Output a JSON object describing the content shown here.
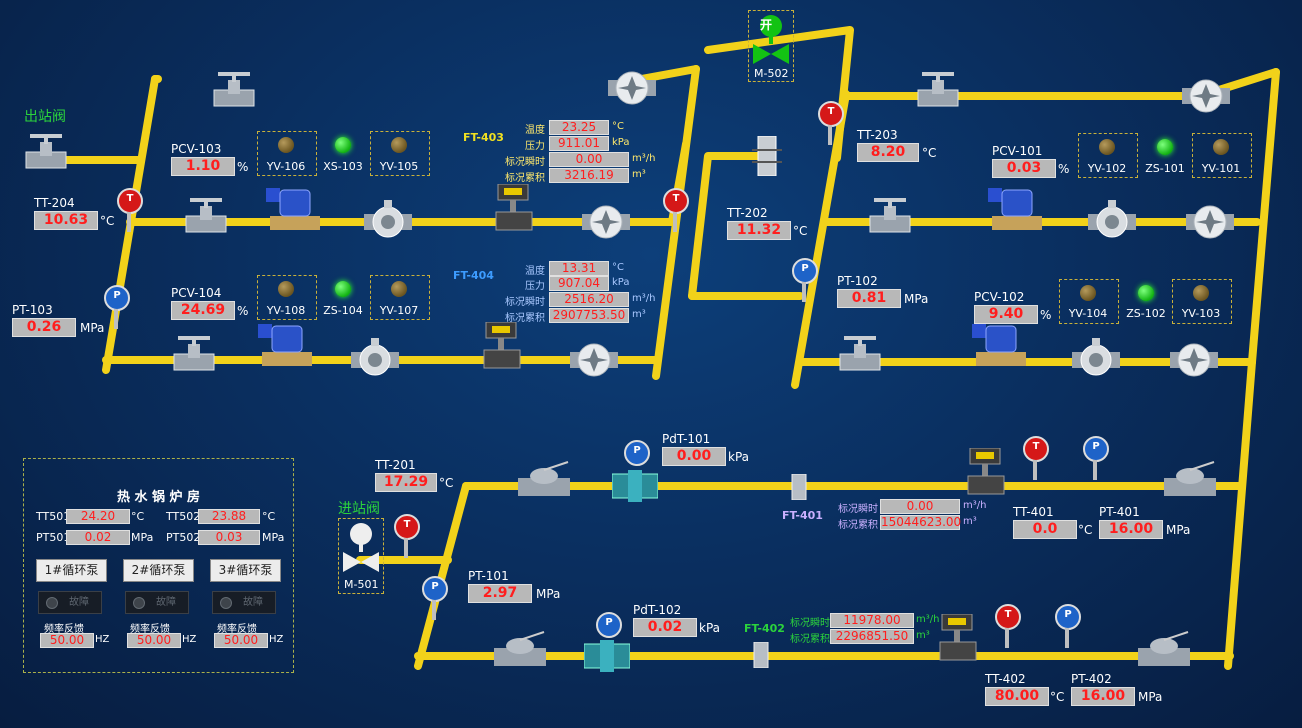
{
  "labels": {
    "outlet_valve": "出站阀",
    "inlet_valve": "进站阀",
    "pcv103": "PCV-103",
    "pcv104": "PCV-104",
    "pcv101": "PCV-101",
    "pcv102": "PCV-102",
    "tt204": "TT-204",
    "pt103": "PT-103",
    "tt203": "TT-203",
    "tt202": "TT-202",
    "pt102": "PT-102",
    "tt201": "TT-201",
    "pt101": "PT-101",
    "pdt101": "PdT-101",
    "pdt102": "PdT-102",
    "tt401": "TT-401",
    "pt401": "PT-401",
    "tt402": "TT-402",
    "pt402": "PT-402",
    "m502": "M-502",
    "m501": "M-501",
    "open": "开"
  },
  "values": {
    "pcv103": "1.10",
    "pcv104": "24.69",
    "pcv101": "0.03",
    "pcv102": "9.40",
    "tt204": "10.63",
    "pt103": "0.26",
    "tt203": "8.20",
    "tt202": "11.32",
    "pt102": "0.81",
    "tt201": "17.29",
    "pt101": "2.97",
    "pdt101": "0.00",
    "pdt102": "0.02",
    "tt401": "0.0",
    "pt401": "16.00",
    "tt402": "80.00",
    "pt402": "16.00"
  },
  "units": {
    "pct": "%",
    "degc": "°C",
    "mpa": "MPa",
    "kpa": "kPa",
    "m3h": "m³/h",
    "m3": "m³",
    "hz": "HZ"
  },
  "indicators": {
    "yv106": "YV-106",
    "xs103": "XS-103",
    "yv105": "YV-105",
    "yv108": "YV-108",
    "zs104": "ZS-104",
    "yv107": "YV-107",
    "yv102": "YV-102",
    "zs101": "ZS-101",
    "yv101": "YV-101",
    "yv104": "YV-104",
    "zs102": "ZS-102",
    "yv103": "YV-103"
  },
  "flow": {
    "ft403": {
      "title": "FT-403",
      "temp_label": "温度",
      "temp": "23.25",
      "press_label": "压力",
      "press": "911.01",
      "inst_label": "标况瞬时",
      "inst": "0.00",
      "total_label": "标况累积",
      "total": "3216.19"
    },
    "ft404": {
      "title": "FT-404",
      "temp_label": "温度",
      "temp": "13.31",
      "press_label": "压力",
      "press": "907.04",
      "inst_label": "标况瞬时",
      "inst": "2516.20",
      "total_label": "标况累积",
      "total": "2907753.50"
    },
    "ft401": {
      "title": "FT-401",
      "inst_label": "标况瞬时",
      "inst": "0.00",
      "total_label": "标况累积",
      "total": "15044623.00"
    },
    "ft402": {
      "title": "FT-402",
      "inst_label": "标况瞬时",
      "inst": "11978.00",
      "total_label": "标况累积",
      "total": "2296851.50"
    }
  },
  "boiler": {
    "title": "热 水 锅 炉 房",
    "tt501_label": "TT501",
    "tt501": "24.20",
    "tt502_label": "TT502",
    "tt502": "23.88",
    "pt501_label": "PT501",
    "pt501": "0.02",
    "pt502_label": "PT502",
    "pt502": "0.03",
    "pump1": "1#循环泵",
    "pump2": "2#循环泵",
    "pump3": "3#循环泵",
    "fault": "故障",
    "freq_label": "频率反馈",
    "freq1": "50.00",
    "freq2": "50.00",
    "freq3": "50.00"
  },
  "colors": {
    "pipe": "#f2d21a",
    "value_text": "#ff1e1e",
    "lamp_on": "#2eff2e",
    "temp_inst": "#d51818",
    "press_inst": "#1e63c8"
  }
}
